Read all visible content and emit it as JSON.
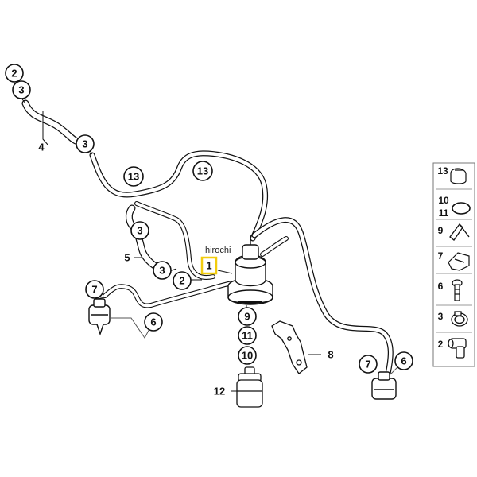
{
  "watermark": "hirochi",
  "callouts": {
    "c2_top": "2",
    "c3_top": "3",
    "c3_a": "3",
    "c13_a": "13",
    "c13_b": "13",
    "c3_b": "3",
    "c3_c": "3",
    "c2_mid": "2",
    "c1": "1",
    "c7_left": "7",
    "c6_left": "6",
    "c9": "9",
    "c11": "11",
    "c10": "10",
    "c7_right": "7",
    "c6_right": "6"
  },
  "labels": {
    "l4": "4",
    "l5": "5",
    "l8": "8",
    "l12": "12"
  },
  "legend": {
    "row1": "13",
    "row2a": "10",
    "row2b": "11",
    "row3": "9",
    "row4": "7",
    "row5": "6",
    "row6": "3",
    "row7": "2"
  },
  "colors": {
    "outline": "#111111",
    "highlight": "#f2cc0d",
    "frame": "#777777"
  }
}
